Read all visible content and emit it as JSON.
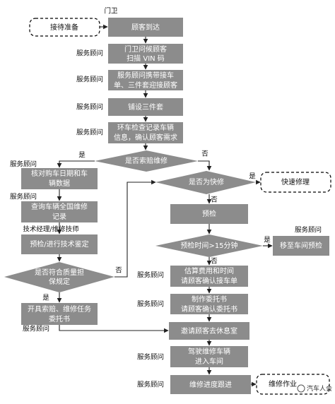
{
  "nodes": {
    "reception_prep": "接待准备",
    "customer_arrive": "顾客到达",
    "guard_scan": [
      "门卫问候顾客",
      "扫描 VIN 码"
    ],
    "advisor_greet": [
      "服务顾问携带接车",
      "单、三件套迎接顾客"
    ],
    "lay_covers": "铺设三件套",
    "walkaround": [
      "环车检查记录车辆",
      "信息，确认顾客需求"
    ],
    "is_claim": "是否索赔维修",
    "verify_date": [
      "核对购车日期和车",
      "辆数据"
    ],
    "query_records": [
      "查询车辆全国维修",
      "记录"
    ],
    "pre_check_tech": "预检/进行技术鉴定",
    "quality_warranty": [
      "是否符合质量担",
      "保规定"
    ],
    "issue_claim_order": [
      "开具索赔、维修任务",
      "委托书"
    ],
    "is_quick": "是否为快修",
    "quick_repair": "快速修理",
    "pre_check": "预检",
    "precheck_time": "预检时间>15分钟",
    "move_workshop": "移至车间预检",
    "estimate_cost": [
      "估算费用和时间",
      "请顾客确认接车单"
    ],
    "make_order": [
      "制作委托书",
      "请顾客确认委托书"
    ],
    "invite_lounge": "邀请顾客去休息室",
    "drive_in": [
      "驾驶维修车辆",
      "进入车间"
    ],
    "track_progress": "维修进度跟进",
    "repair_work": "维修作业"
  },
  "labels": {
    "guard": "门卫",
    "advisor": "服务顾问",
    "tech_role": "技术经理/维修技师",
    "yes": "是",
    "no": "否"
  },
  "watermark": "汽车人会"
}
